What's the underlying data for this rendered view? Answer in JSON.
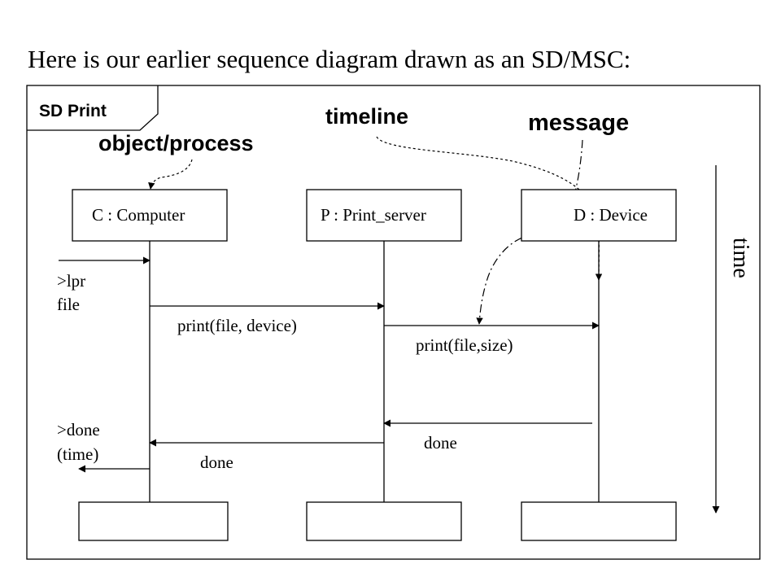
{
  "title": "Here is our earlier sequence diagram drawn as an SD/MSC:",
  "frame": {
    "label": "SD Print"
  },
  "annotations": {
    "object_process": "object/process",
    "timeline": "timeline",
    "message": "message",
    "time": "time"
  },
  "objects": [
    {
      "label": "C : Computer"
    },
    {
      "label": "P : Print_server"
    },
    {
      "label": "D : Device"
    }
  ],
  "messages": {
    "lpr": [
      ">lpr",
      "file"
    ],
    "print_file_device": "print(file, device)",
    "print_file_size": "print(file,size)",
    "done_from_device": "done",
    "done_to_computer": "done",
    "done_out": [
      ">done",
      "(time)"
    ]
  }
}
